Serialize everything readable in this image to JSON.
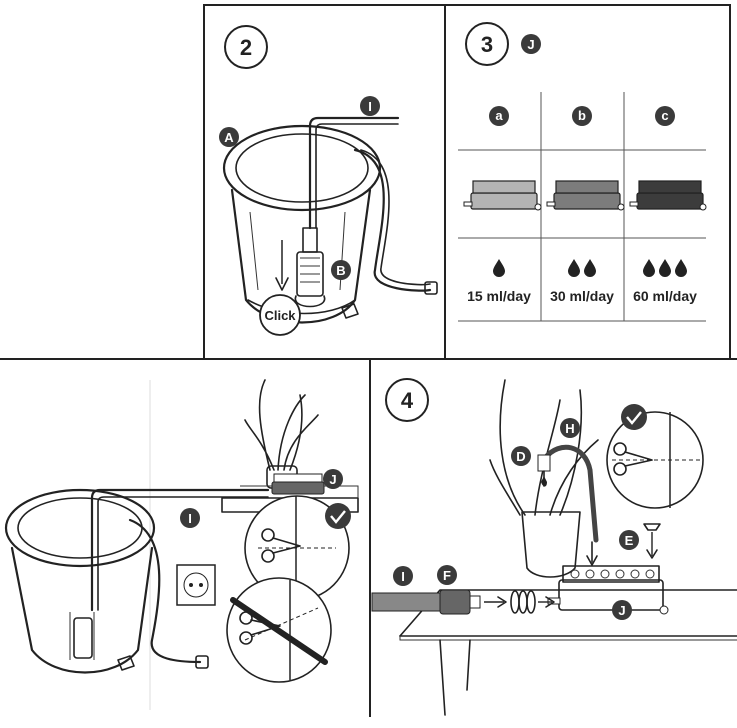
{
  "steps": {
    "two": "2",
    "three": "3",
    "four": "4"
  },
  "badges": {
    "a_label": "A",
    "b_label": "B",
    "d_label": "D",
    "e_label": "E",
    "f_label": "F",
    "h_label": "H",
    "i_label": "I",
    "j_label": "J"
  },
  "click_label": "Click",
  "flow_table": {
    "columns": [
      {
        "letter": "a",
        "drops": 1,
        "rate": "15 ml/day",
        "shade": "#b4b4b4"
      },
      {
        "letter": "b",
        "drops": 2,
        "rate": "30 ml/day",
        "shade": "#7c7c7c"
      },
      {
        "letter": "c",
        "drops": 3,
        "rate": "60 ml/day",
        "shade": "#3c3c3c"
      }
    ]
  },
  "colors": {
    "badge": "#3a3a3a",
    "ink": "#222222",
    "hose": "#888888"
  }
}
